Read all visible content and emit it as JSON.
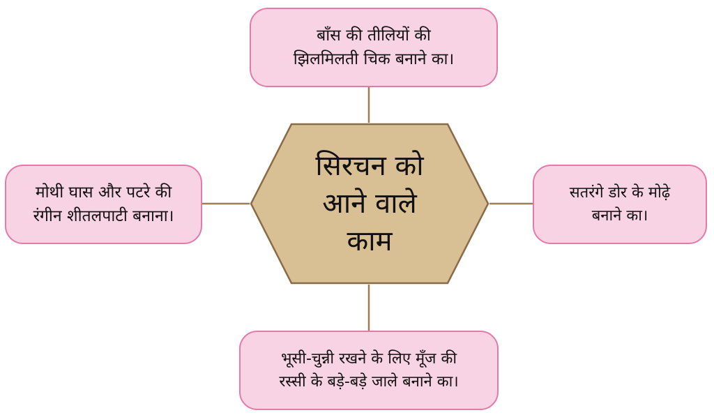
{
  "center": {
    "lines": [
      "सिरचन को",
      "आने वाले",
      "काम"
    ]
  },
  "nodes": {
    "top": {
      "lines": [
        "बाँस की तीलियों की",
        "झिलमिलती चिक बनाने का।"
      ]
    },
    "left": {
      "lines": [
        "मोथी घास और पटरे की",
        "रंगीन शीतलपाटी बनाना।"
      ]
    },
    "right": {
      "lines": [
        "सतरंगे डोर के मोढ़े",
        "बनाने का।"
      ]
    },
    "bottom": {
      "lines": [
        "भूसी-चुन्नी रखने के लिए मूँज की",
        "रस्सी के बड़े-बड़े जाले बनाने का।"
      ]
    }
  },
  "colors": {
    "center_fill": "#d9bf94",
    "center_stroke": "#8a6b47",
    "node_fill": "#f8d3e3",
    "node_border": "#e37aaa",
    "connector": "#9c7d58"
  }
}
